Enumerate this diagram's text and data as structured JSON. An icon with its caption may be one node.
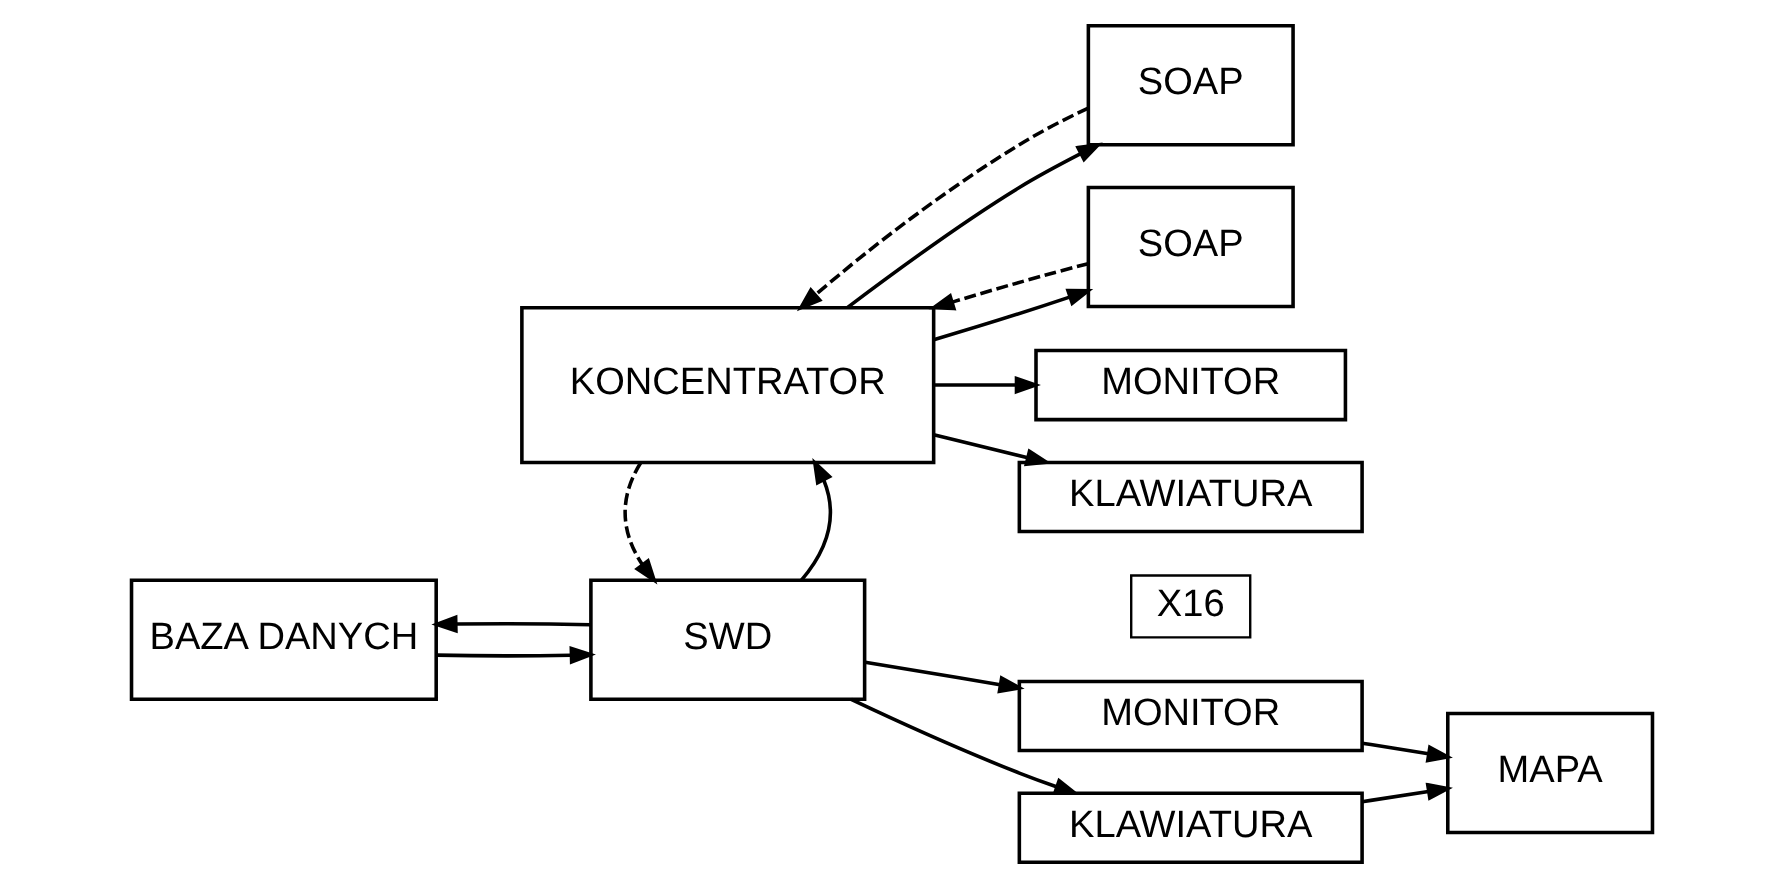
{
  "diagram": {
    "nodes": [
      {
        "text": [
          "BAZA DANYCH"
        ]
      },
      {
        "text": [
          "SWD"
        ]
      },
      {
        "text": [
          "MONITOR"
        ]
      },
      {
        "text": [
          "KLAWIATURA"
        ]
      },
      {
        "text": [
          "MAPA"
        ]
      },
      {
        "text": [
          "KONCENTRATOR"
        ]
      },
      {
        "text": [
          "MONITOR"
        ]
      },
      {
        "text": [
          "KLAWIATURA"
        ]
      },
      {
        "text": [
          "X16"
        ]
      },
      {
        "text": [
          "SOAP"
        ]
      },
      {
        "text": [
          "SOAP"
        ]
      }
    ],
    "edges": [
      {
        "from": 0,
        "to": 1,
        "arrow": "to"
      },
      {
        "from": 1,
        "to": 0,
        "arrow": "to"
      },
      {
        "from": 1,
        "to": 2,
        "arrow": "to"
      },
      {
        "from": 1,
        "to": 3,
        "arrow": "to"
      },
      {
        "from": 2,
        "to": 4,
        "arrow": "to"
      },
      {
        "from": 3,
        "to": 4,
        "arrow": "to"
      },
      {
        "from": 1,
        "to": 5,
        "arrow": "to"
      },
      {
        "from": 5,
        "to": 1,
        "arrow": "to",
        "style": "dashed"
      },
      {
        "from": 5,
        "to": 6,
        "arrow": "to"
      },
      {
        "from": 5,
        "to": 7,
        "arrow": "to"
      },
      {
        "from": 5,
        "to": 9,
        "arrow": "to"
      },
      {
        "from": 9,
        "to": 5,
        "arrow": "to",
        "style": "dashed"
      },
      {
        "from": 5,
        "to": 10,
        "arrow": "to"
      },
      {
        "from": 10,
        "to": 5,
        "arrow": "to",
        "style": "dashed"
      }
    ]
  }
}
